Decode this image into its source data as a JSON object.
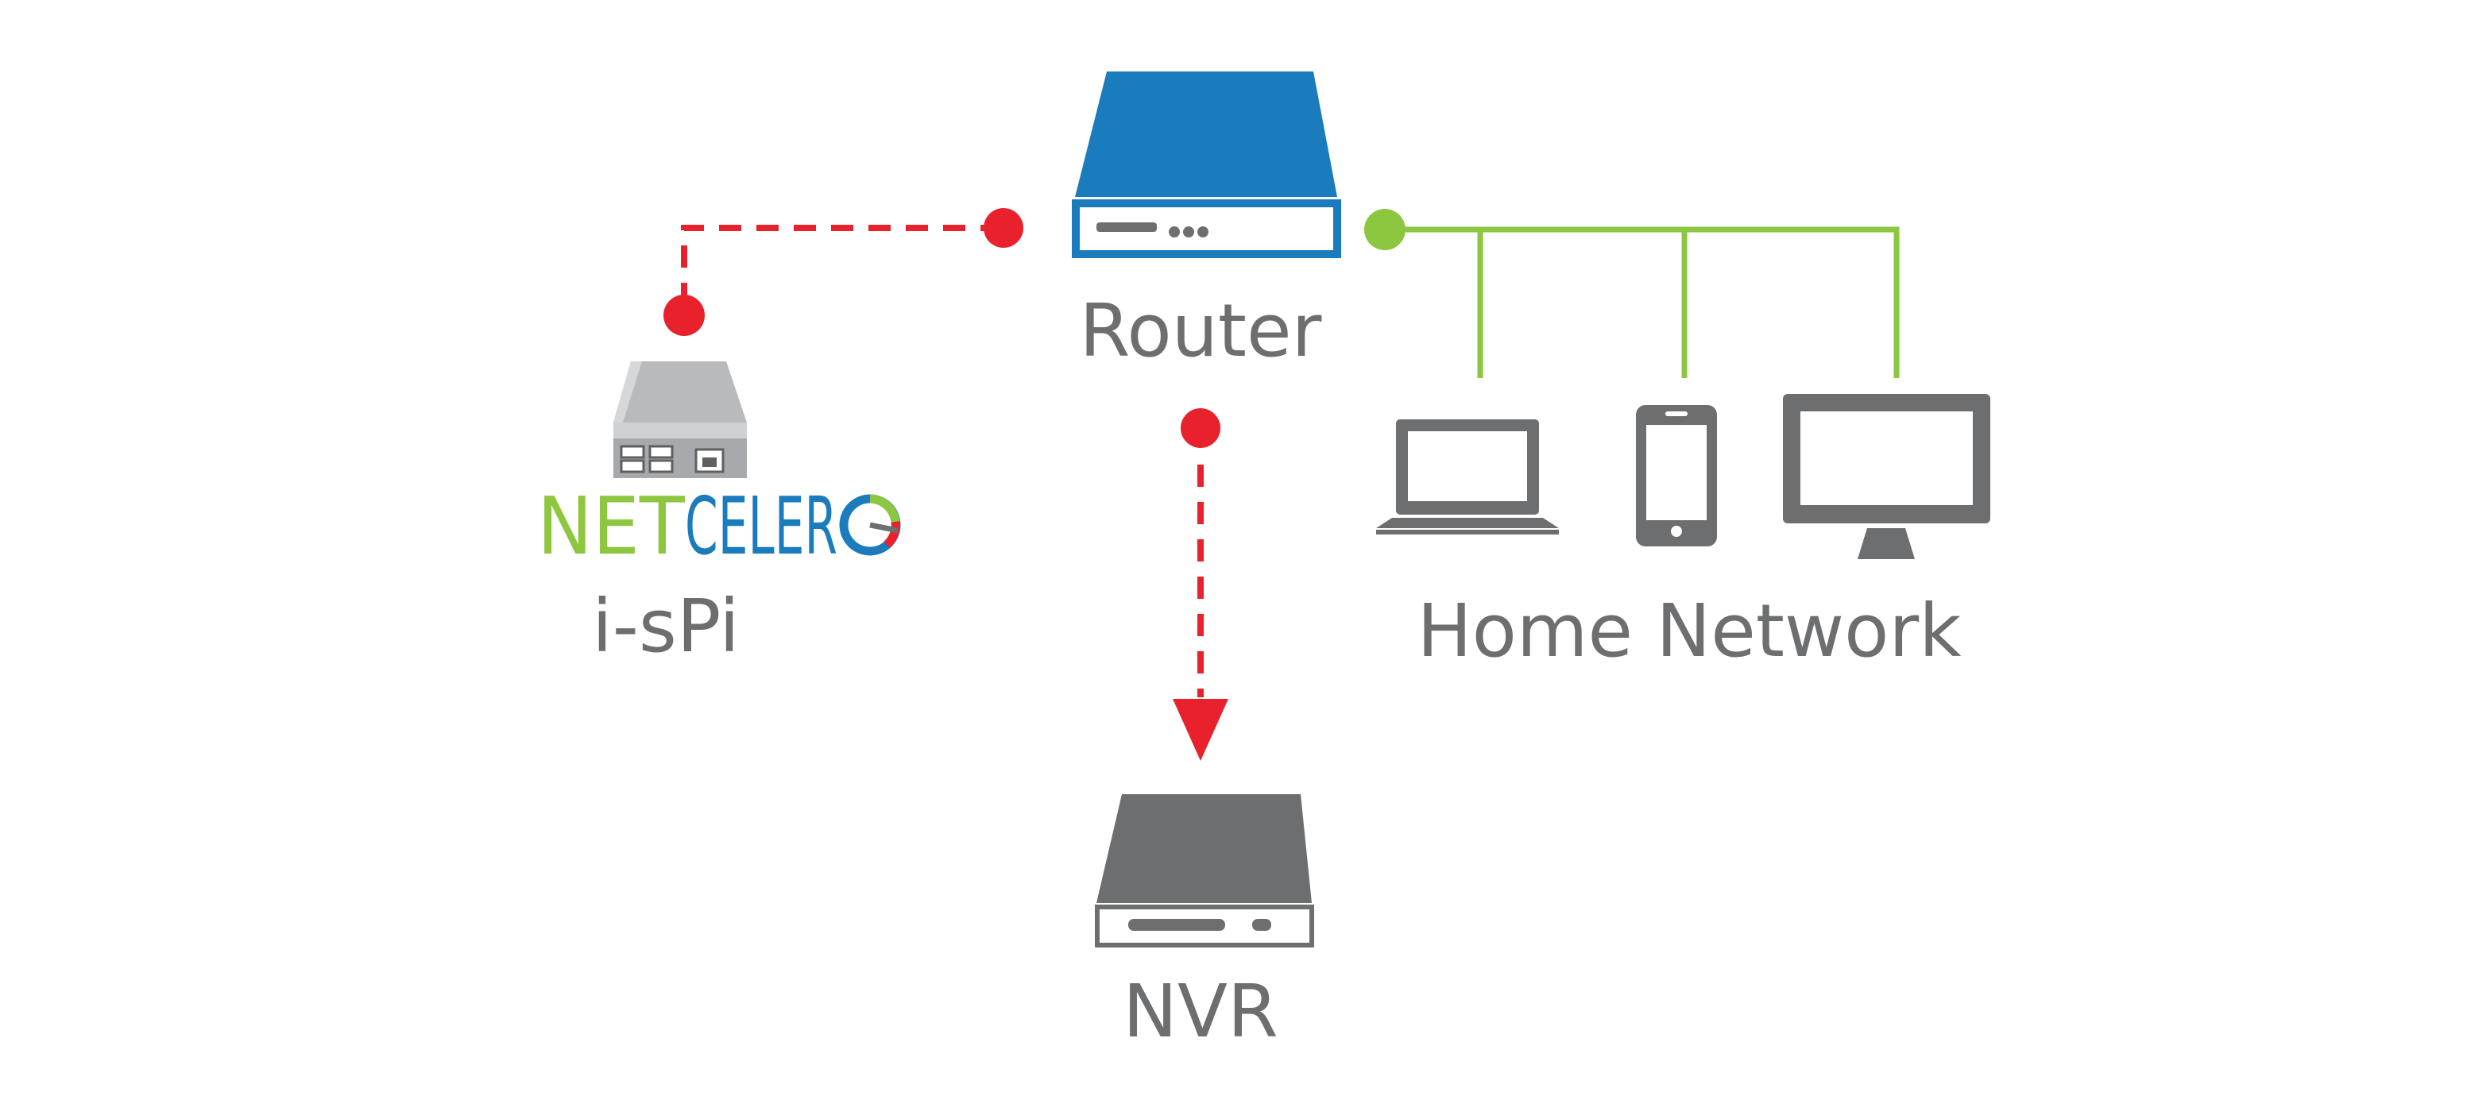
{
  "labels": {
    "router": "Router",
    "home_network": "Home Network",
    "ispi": "i-sPi",
    "nvr": "NVR"
  },
  "logo": {
    "text": "NETCELERO",
    "part1": "NET",
    "part2": "CELER",
    "part3": "O"
  },
  "colors": {
    "router_blue": "#1a7bbd",
    "device_gray": "#6d6e70",
    "label_gray": "#6d6e70",
    "link_red": "#e8212c",
    "link_green": "#8dc63f",
    "logo_green": "#8dc63f",
    "logo_blue": "#1a7bbd"
  },
  "icons": {
    "router": "router-icon",
    "ispi_device": "ispi-device-icon",
    "laptop": "laptop-icon",
    "phone": "phone-icon",
    "monitor": "monitor-icon",
    "nvr": "nvr-icon"
  }
}
